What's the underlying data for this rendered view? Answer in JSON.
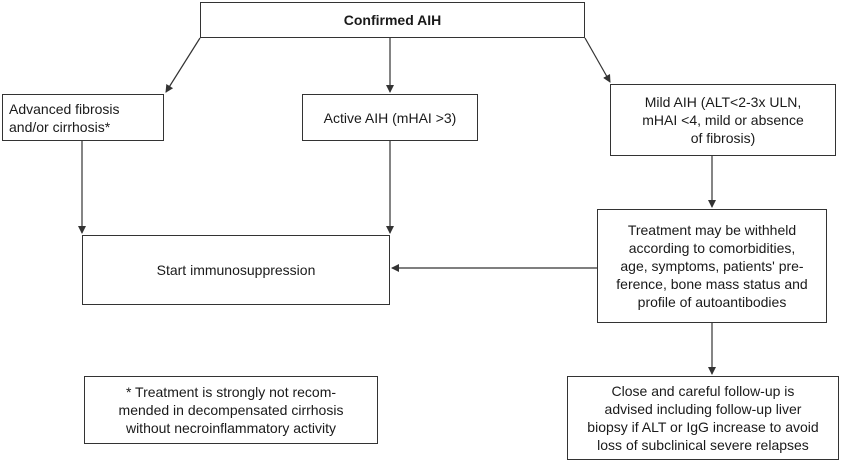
{
  "nodes": {
    "confirmed": "Confirmed AIH",
    "advanced": "Advanced fibrosis\nand/or cirrhosis*",
    "active": "Active AIH (mHAI >3)",
    "mild": "Mild AIH (ALT<2-3x ULN,\nmHAI <4, mild or absence\nof fibrosis)",
    "start": "Start immunosuppression",
    "withheld": "Treatment may be withheld\naccording to comorbidities,\nage, symptoms, patients' pre-\nference, bone mass status and\nprofile of autoantibodies",
    "followup": "Close and careful follow-up is\nadvised including follow-up liver\nbiopsy if ALT or IgG increase to avoid\nloss of subclinical severe relapses",
    "footnote": "* Treatment is strongly not recom-\nmended in decompensated cirrhosis\nwithout necroinflammatory activity"
  },
  "edges": [
    [
      "confirmed",
      "advanced"
    ],
    [
      "confirmed",
      "active"
    ],
    [
      "confirmed",
      "mild"
    ],
    [
      "advanced",
      "start"
    ],
    [
      "active",
      "start"
    ],
    [
      "mild",
      "withheld"
    ],
    [
      "withheld",
      "start"
    ],
    [
      "withheld",
      "followup"
    ]
  ]
}
